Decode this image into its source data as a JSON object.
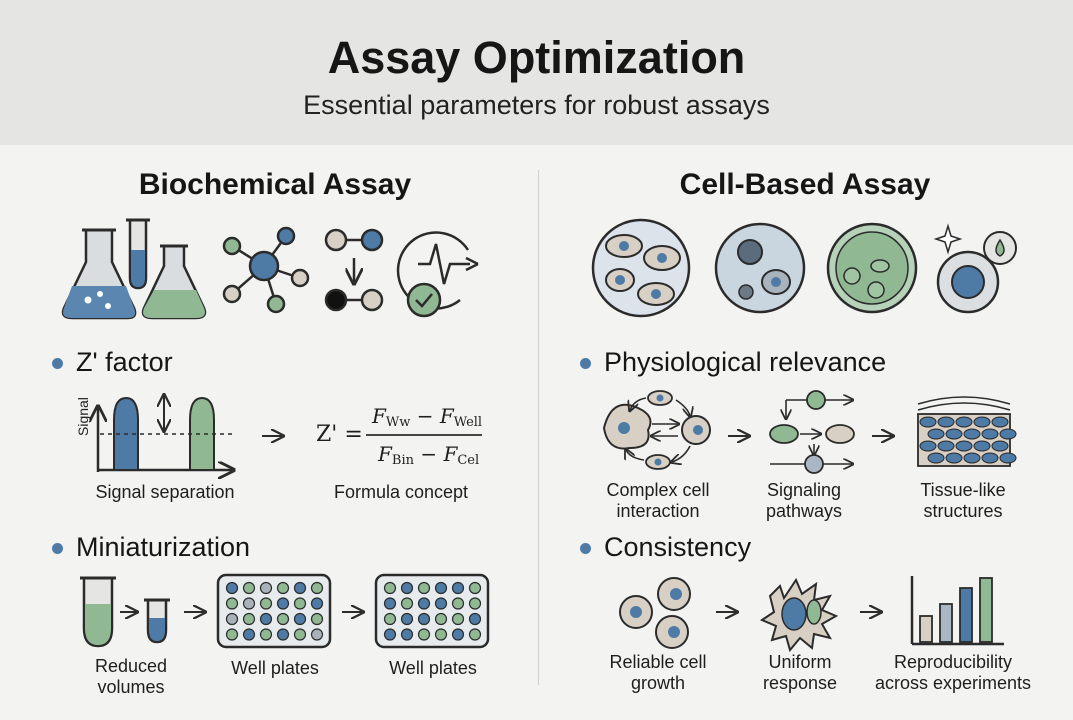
{
  "header": {
    "title": "Assay Optimization",
    "subtitle": "Essential parameters for robust assays"
  },
  "left": {
    "title": "Biochemical Assay",
    "z_factor": {
      "heading": "Z' factor",
      "axis_label": "Signal",
      "caption_left": "Signal separation",
      "caption_right": "Formula concept",
      "formula": {
        "lhs": "Z' =",
        "num_a": "F",
        "num_a_sub": "Ww",
        "minus": "−",
        "num_b": "F",
        "num_b_sub": "Well",
        "den_a": "F",
        "den_a_sub": "Bin",
        "den_b": "F",
        "den_b_sub": "Cel"
      }
    },
    "miniaturization": {
      "heading": "Miniaturization",
      "captions": [
        "Reduced\nvolumes",
        "Well plates",
        "Well plates"
      ]
    }
  },
  "right": {
    "title": "Cell-Based Assay",
    "physiological": {
      "heading": "Physiological relevance",
      "captions": [
        "Complex cell\ninteraction",
        "Signaling\npathways",
        "Tissue-like\nstructures"
      ]
    },
    "consistency": {
      "heading": "Consistency",
      "captions": [
        "Reliable cell\ngrowth",
        "Uniform\nresponse",
        "Reproducibility\nacross experiments"
      ]
    }
  },
  "colors": {
    "blue": "#4e7aa6",
    "green": "#8fb893",
    "beige": "#d8d0c4",
    "dark": "#2b2b2b",
    "header_bg": "#e5e5e4"
  }
}
